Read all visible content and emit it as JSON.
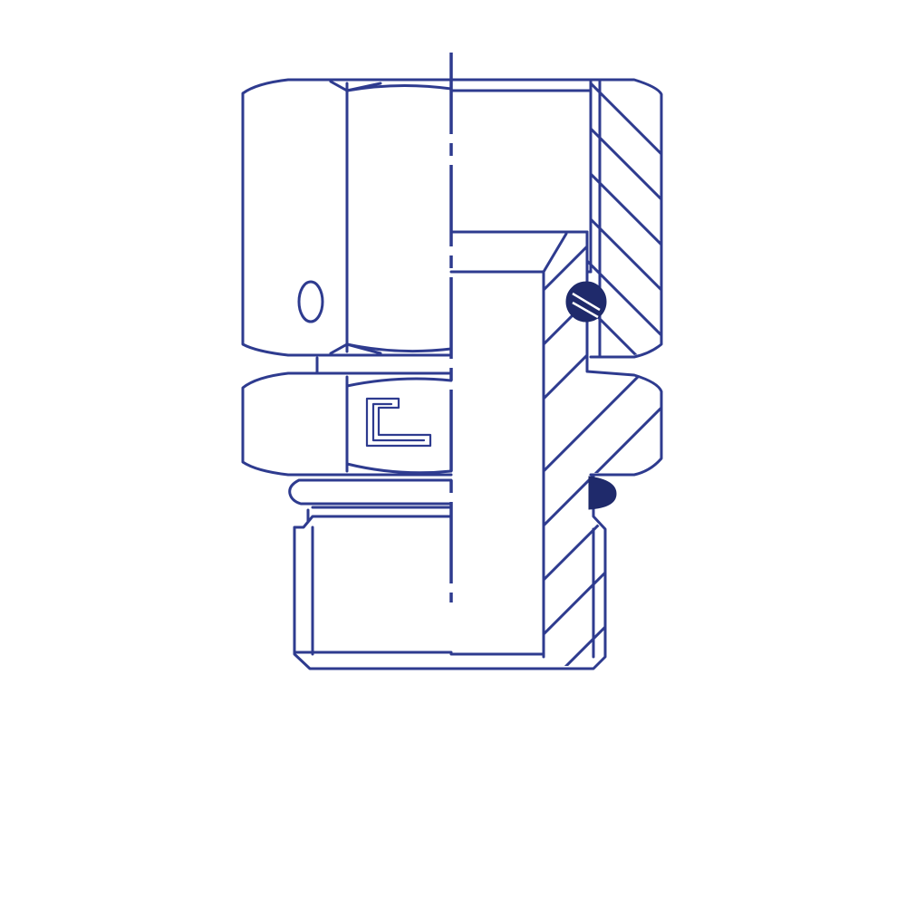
{
  "diagram": {
    "subject": "swivel-nut-adapter-fitting-half-section",
    "colors": {
      "line": "#2e3b8f",
      "fill_dark": "#1f2a6b",
      "background": "#ffffff"
    },
    "components": [
      "swivel-nut",
      "hex-body",
      "threaded-stud-end",
      "o-ring-nut",
      "o-ring-stud",
      "centerline"
    ],
    "marks": {
      "logo": "manufacturer-logo-mark"
    }
  }
}
